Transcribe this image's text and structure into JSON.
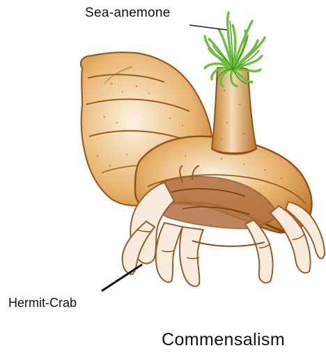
{
  "labels": {
    "anemone": "Sea-anemone",
    "crab": "Hermit-Crab",
    "caption": "Commensalism"
  },
  "colors": {
    "shell": "#c8832d",
    "shell_dark": "#8a4f16",
    "shell_light": "#f6e3c3",
    "crab": "#9a5a2a",
    "anemone": "#6cbf3c",
    "anemone_dark": "#3e8f1e",
    "text": "#111111"
  }
}
